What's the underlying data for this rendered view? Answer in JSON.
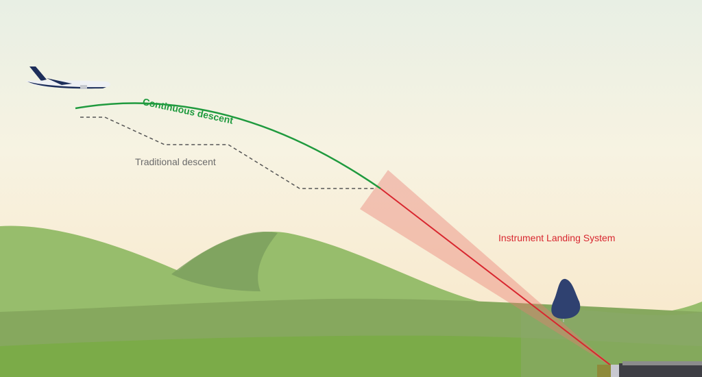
{
  "labels": {
    "continuous": "Continuous descent",
    "traditional": "Traditional descent",
    "ils": "Instrument Landing System"
  },
  "colors": {
    "continuous": "#1f9a3e",
    "traditional": "#555555",
    "ils": "#d8262f",
    "sky_top": "#eaf0e4",
    "sky_bottom": "#f9e8c8"
  }
}
